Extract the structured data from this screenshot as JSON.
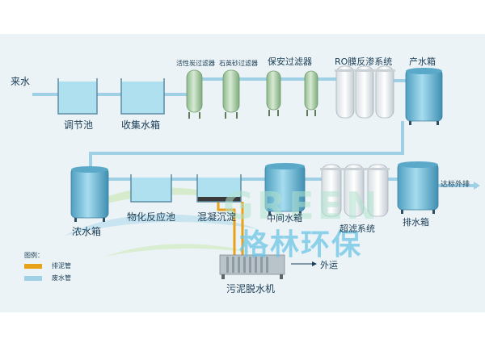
{
  "labels": {
    "inflow": "来水",
    "regulating_tank": "调节池",
    "collection_tank": "收集水箱",
    "activated_carbon_filter": "活性炭过滤器",
    "quartz_sand_filter": "石英砂过滤器",
    "security_filter": "保安过滤器",
    "ro_system": "RO膜反渗系统",
    "product_tank": "产水箱",
    "concentrate_tank": "浓水箱",
    "physchem_tank": "物化反应池",
    "coagulation_tank": "混凝沉淀",
    "middle_tank": "中间水箱",
    "uf_system": "超滤系统",
    "drain_tank": "排水箱",
    "discharge": "达标外排",
    "sludge_dewatering": "污泥脱水机",
    "transport_out": "外运"
  },
  "legend": {
    "title": "图例：",
    "items": [
      {
        "label": "排泥管",
        "color": "#e8a21a"
      },
      {
        "label": "废水管",
        "color": "#9fd0e6"
      }
    ]
  },
  "watermark": {
    "en": "GREEN",
    "cn": "格林环保"
  },
  "colors": {
    "water_pipe": "#9fd0e6",
    "sludge_pipe": "#e8a21a",
    "tank_water": "#aee0f0",
    "filter_vessel": "#a9cca8",
    "storage_tank": "#6bbad7",
    "background": "#ebf3f7"
  }
}
